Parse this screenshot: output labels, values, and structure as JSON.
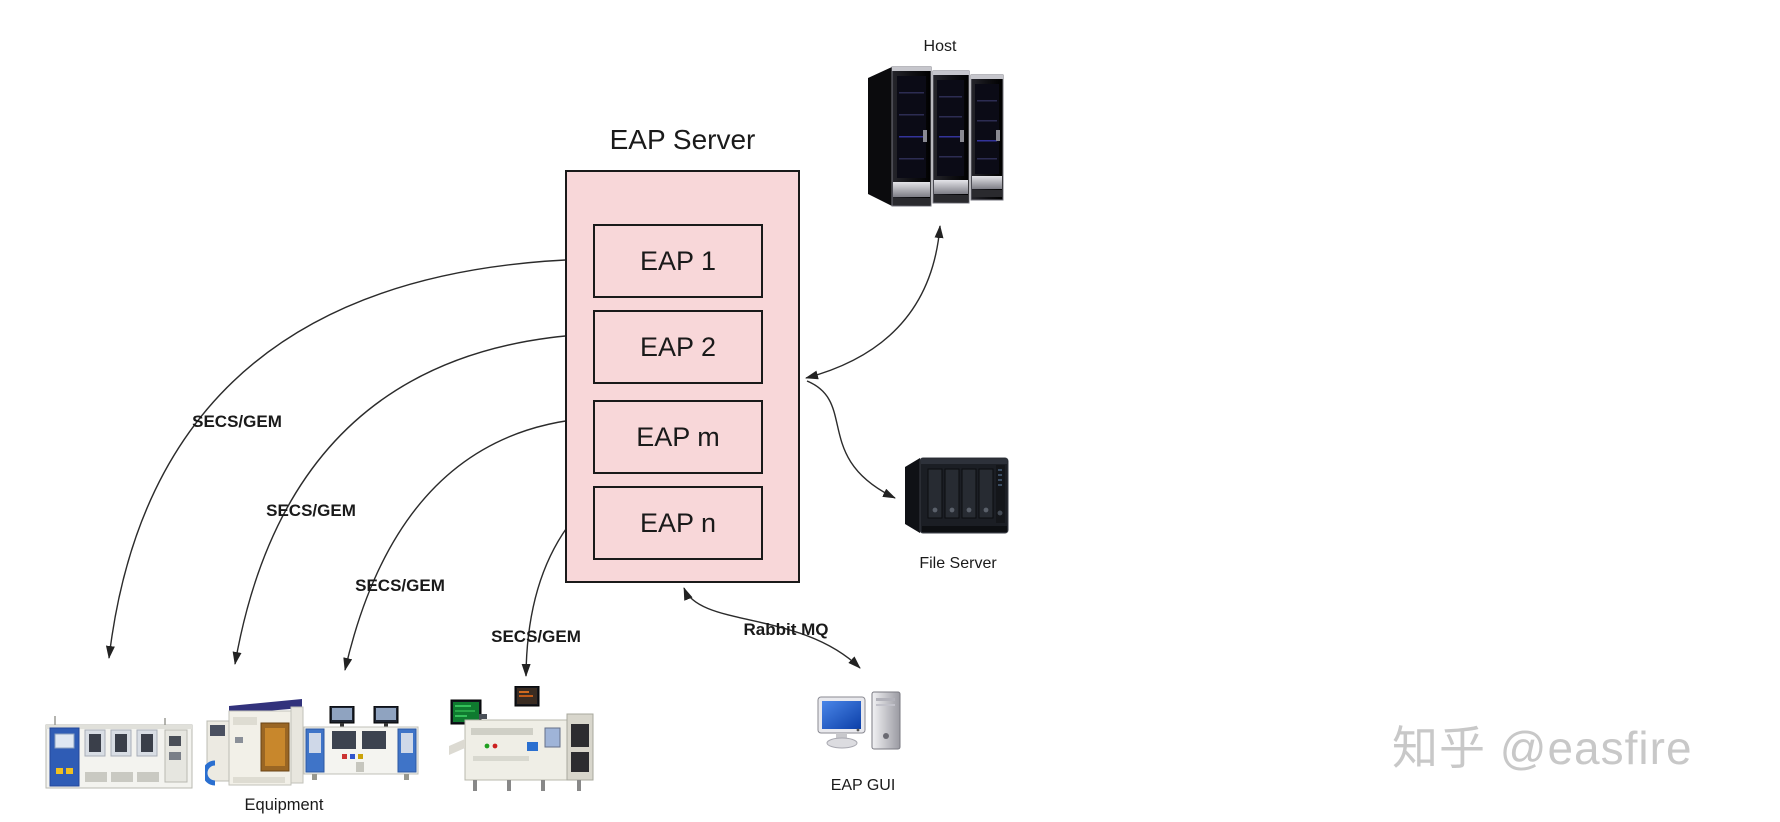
{
  "diagram": {
    "title": "EAP Server",
    "modules": [
      "EAP 1",
      "EAP 2",
      "EAP m",
      "EAP n"
    ],
    "host_label": "Host",
    "file_server_label": "File Server",
    "eap_gui_label": "EAP GUI",
    "equipment_label": "Equipment",
    "secs_gem_labels": [
      "SECS/GEM",
      "SECS/GEM",
      "SECS/GEM",
      "SECS/GEM"
    ],
    "rabbit_mq_label": "Rabbit MQ",
    "colors": {
      "panel_fill": "#f8d7d9",
      "box_border": "#1a1a1a",
      "arrow": "#2b2b2b",
      "watermark_gray": "#c8c8c8"
    }
  },
  "watermark": {
    "text": "知乎 @easfire"
  }
}
